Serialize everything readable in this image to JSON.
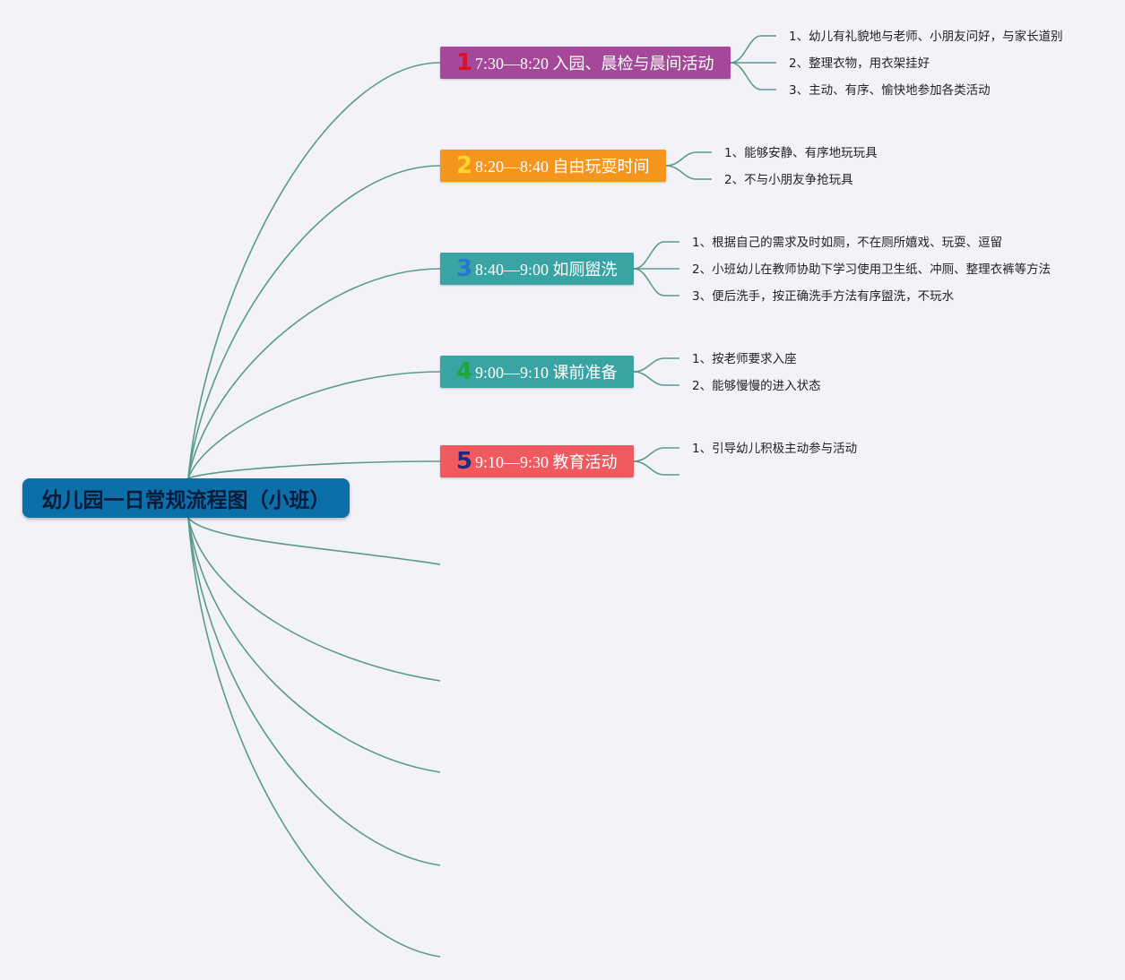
{
  "diagram": {
    "title": "幼儿园一日常规流程图（小班）",
    "steps": [
      {
        "number": "1",
        "label": "7:30—8:20 入园、晨检与晨间活动",
        "color": "#a5489a",
        "number_color": "#d3132b",
        "details": [
          "1、幼儿有礼貌地与老师、小朋友问好，与家长道别",
          "2、整理衣物，用衣架挂好",
          "3、主动、有序、愉快地参加各类活动"
        ]
      },
      {
        "number": "2",
        "label": "8:20—8:40 自由玩耍时间",
        "color": "#f5951c",
        "number_color": "#f8d62c",
        "details": [
          "1、能够安静、有序地玩玩具",
          "2、不与小朋友争抢玩具"
        ]
      },
      {
        "number": "3",
        "label": "8:40—9:00 如厕盥洗",
        "color": "#3aa3a3",
        "number_color": "#2477d3",
        "details": [
          "1、根据自己的需求及时如厕，不在厕所嬉戏、玩耍、逗留",
          "2、小班幼儿在教师协助下学习使用卫生纸、冲厕、整理衣裤等方法",
          "3、便后洗手，按正确洗手方法有序盥洗，不玩水"
        ]
      },
      {
        "number": "4",
        "label": "9:00—9:10 课前准备",
        "color": "#3aa3a3",
        "number_color": "#1ea83a",
        "details": [
          "1、按老师要求入座",
          "2、能够慢慢的进入状态"
        ]
      },
      {
        "number": "5",
        "label": "9:10—9:30 教育活动",
        "color": "#f05a5f",
        "number_color": "#1f2a7a",
        "details": [
          "1、引导幼儿积极主动参与活动",
          ""
        ]
      }
    ],
    "empty_branches": 5,
    "connector_color": "#5a9a8c"
  }
}
